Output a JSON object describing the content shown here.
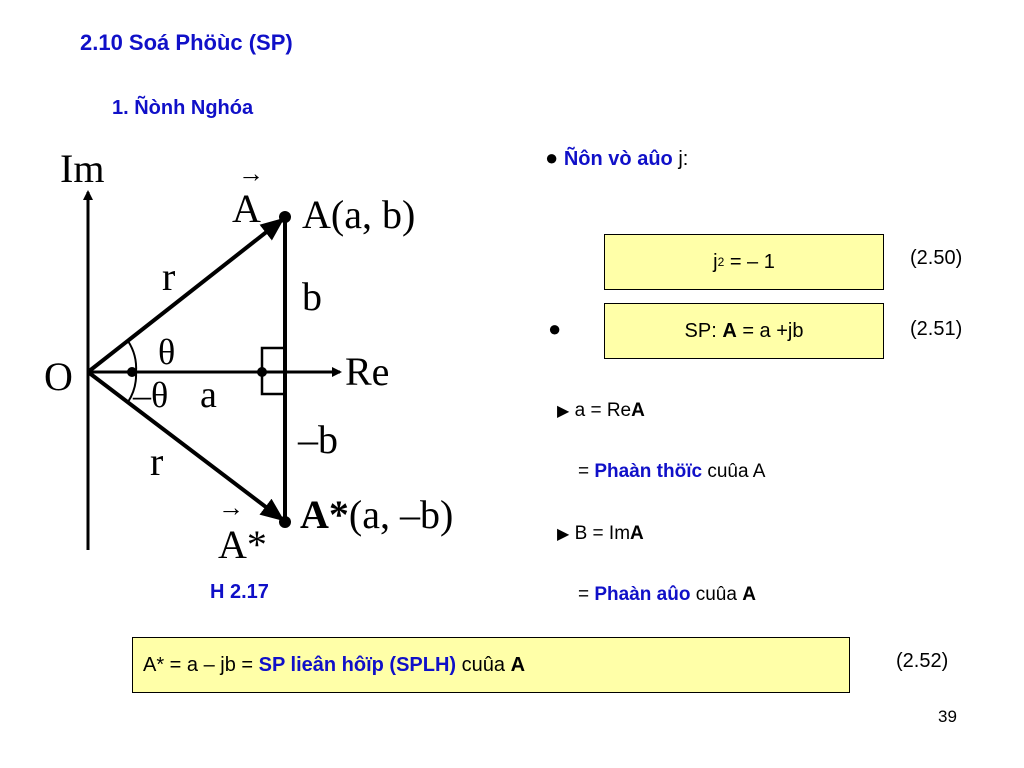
{
  "title": "2.10 Soá Phöùc (SP)",
  "subtitle": "1. Ñònh Nghóa",
  "definition": {
    "bullet": "●",
    "label": "Ñôn vò aûo",
    "symbol": "j:"
  },
  "eq250": {
    "lhs": "j",
    "sup": "2",
    "rhs": " = – 1",
    "number": "(2.50)"
  },
  "eq251": {
    "bullet": "●",
    "prefix": "SP: ",
    "bold": "A",
    "rest": " = a +jb",
    "number": "(2.51)"
  },
  "real_part": {
    "arrow": "▶",
    "text": "a = Re",
    "bold": "A",
    "eq": "= ",
    "highlight": "Phaàn thöïc",
    "tail": " cuûa A"
  },
  "imag_part": {
    "arrow": "▶",
    "text": "B = Im",
    "bold": "A",
    "eq": "= ",
    "highlight": "Phaàn aûo",
    "tail": " cuûa ",
    "tail_bold": "A"
  },
  "eq252": {
    "prefix": "A* = a – jb = ",
    "highlight": "SP lieân hôïp (SPLH)",
    "tail": " cuûa ",
    "tail_bold": "A",
    "number": "(2.52)"
  },
  "figure": {
    "caption": "H 2.17",
    "im_label": "Im",
    "re_label": "Re",
    "origin": "O",
    "vec_a": "A",
    "point_a": "A(a, b)",
    "vec_a_conj": "A*",
    "point_a_conj_bold": "A*",
    "point_a_conj_rest": "(a, –b)",
    "r_upper": "r",
    "r_lower": "r",
    "b": "b",
    "minus_b": "–b",
    "theta": "θ",
    "minus_theta": "–θ",
    "a": "a",
    "arrow_over": "→"
  },
  "page_number": "39"
}
